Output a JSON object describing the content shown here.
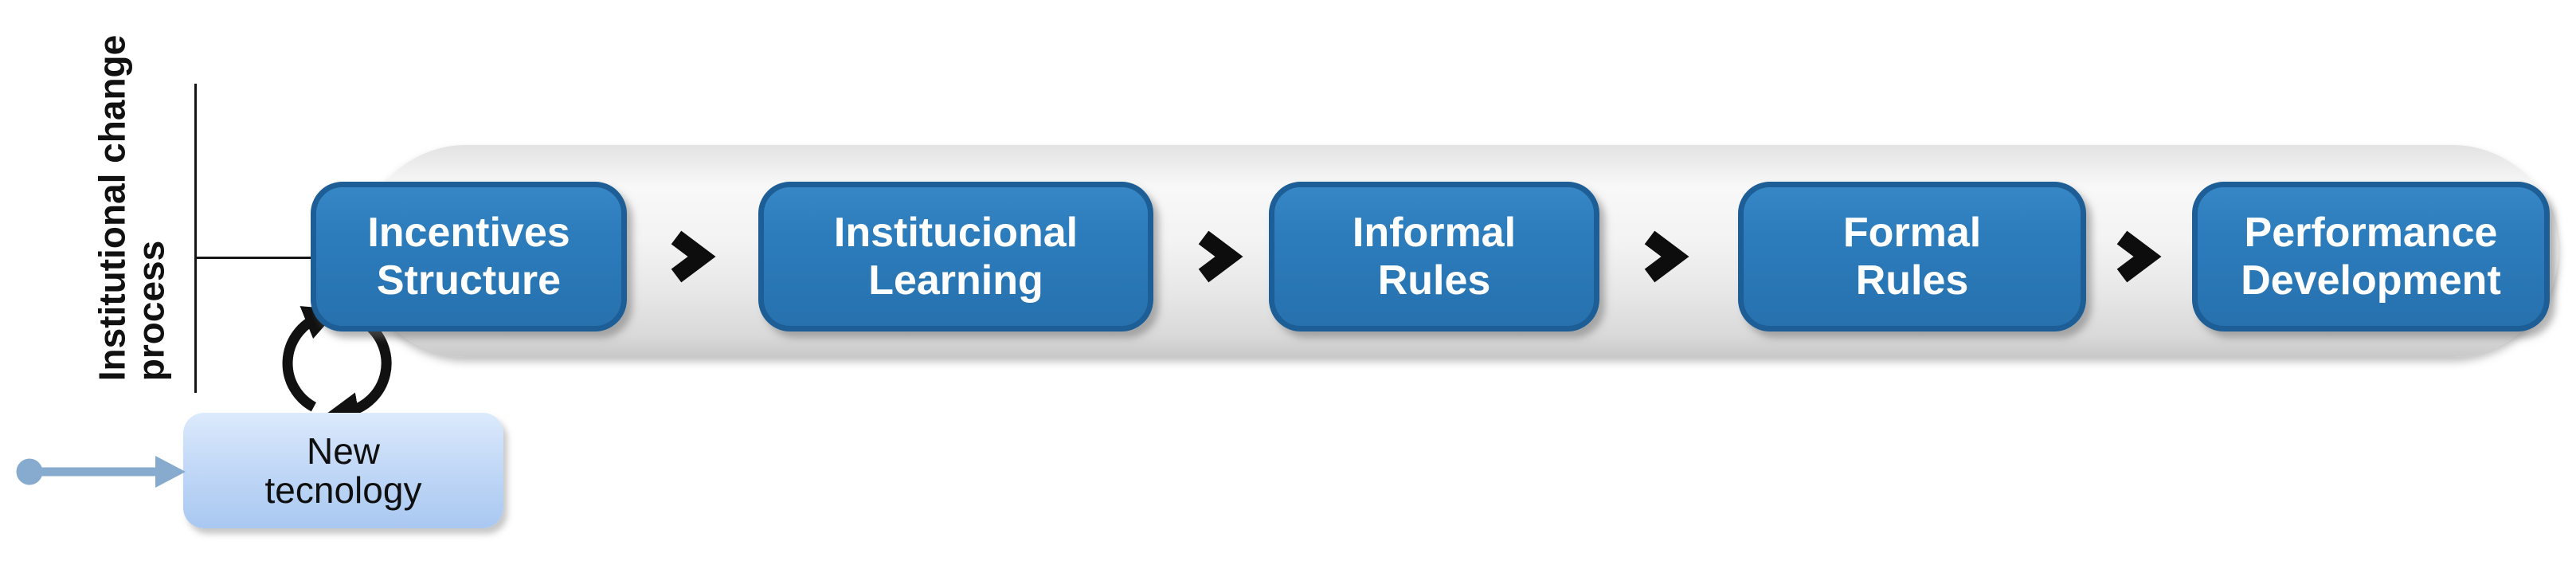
{
  "diagram": {
    "axis_label": "Institutional change\nprocess",
    "stages": [
      {
        "label": "Incentives\nStructure"
      },
      {
        "label": "Institucional\nLearning"
      },
      {
        "label": "Informal\nRules"
      },
      {
        "label": "Formal\nRules"
      },
      {
        "label": "Performance\nDevelopment"
      }
    ],
    "feedback_box": {
      "label": "New\ntecnology"
    },
    "icons": {
      "connector": "chevron-right",
      "cycle": "clockwise-cycle-arrows",
      "input": "dot-line-arrow-right"
    },
    "colors": {
      "stage_fill": "#2B7BBA",
      "stage_border": "#1D5E96",
      "stage_text": "#FFFFFF",
      "band_gray": "#EDEDED",
      "feedback_top": "#DCEAFC",
      "feedback_bottom": "#A9C8F1",
      "input_arrow_blue": "#86ABCE",
      "line_black": "#151515",
      "chevron_black": "#0D0D0D"
    }
  }
}
